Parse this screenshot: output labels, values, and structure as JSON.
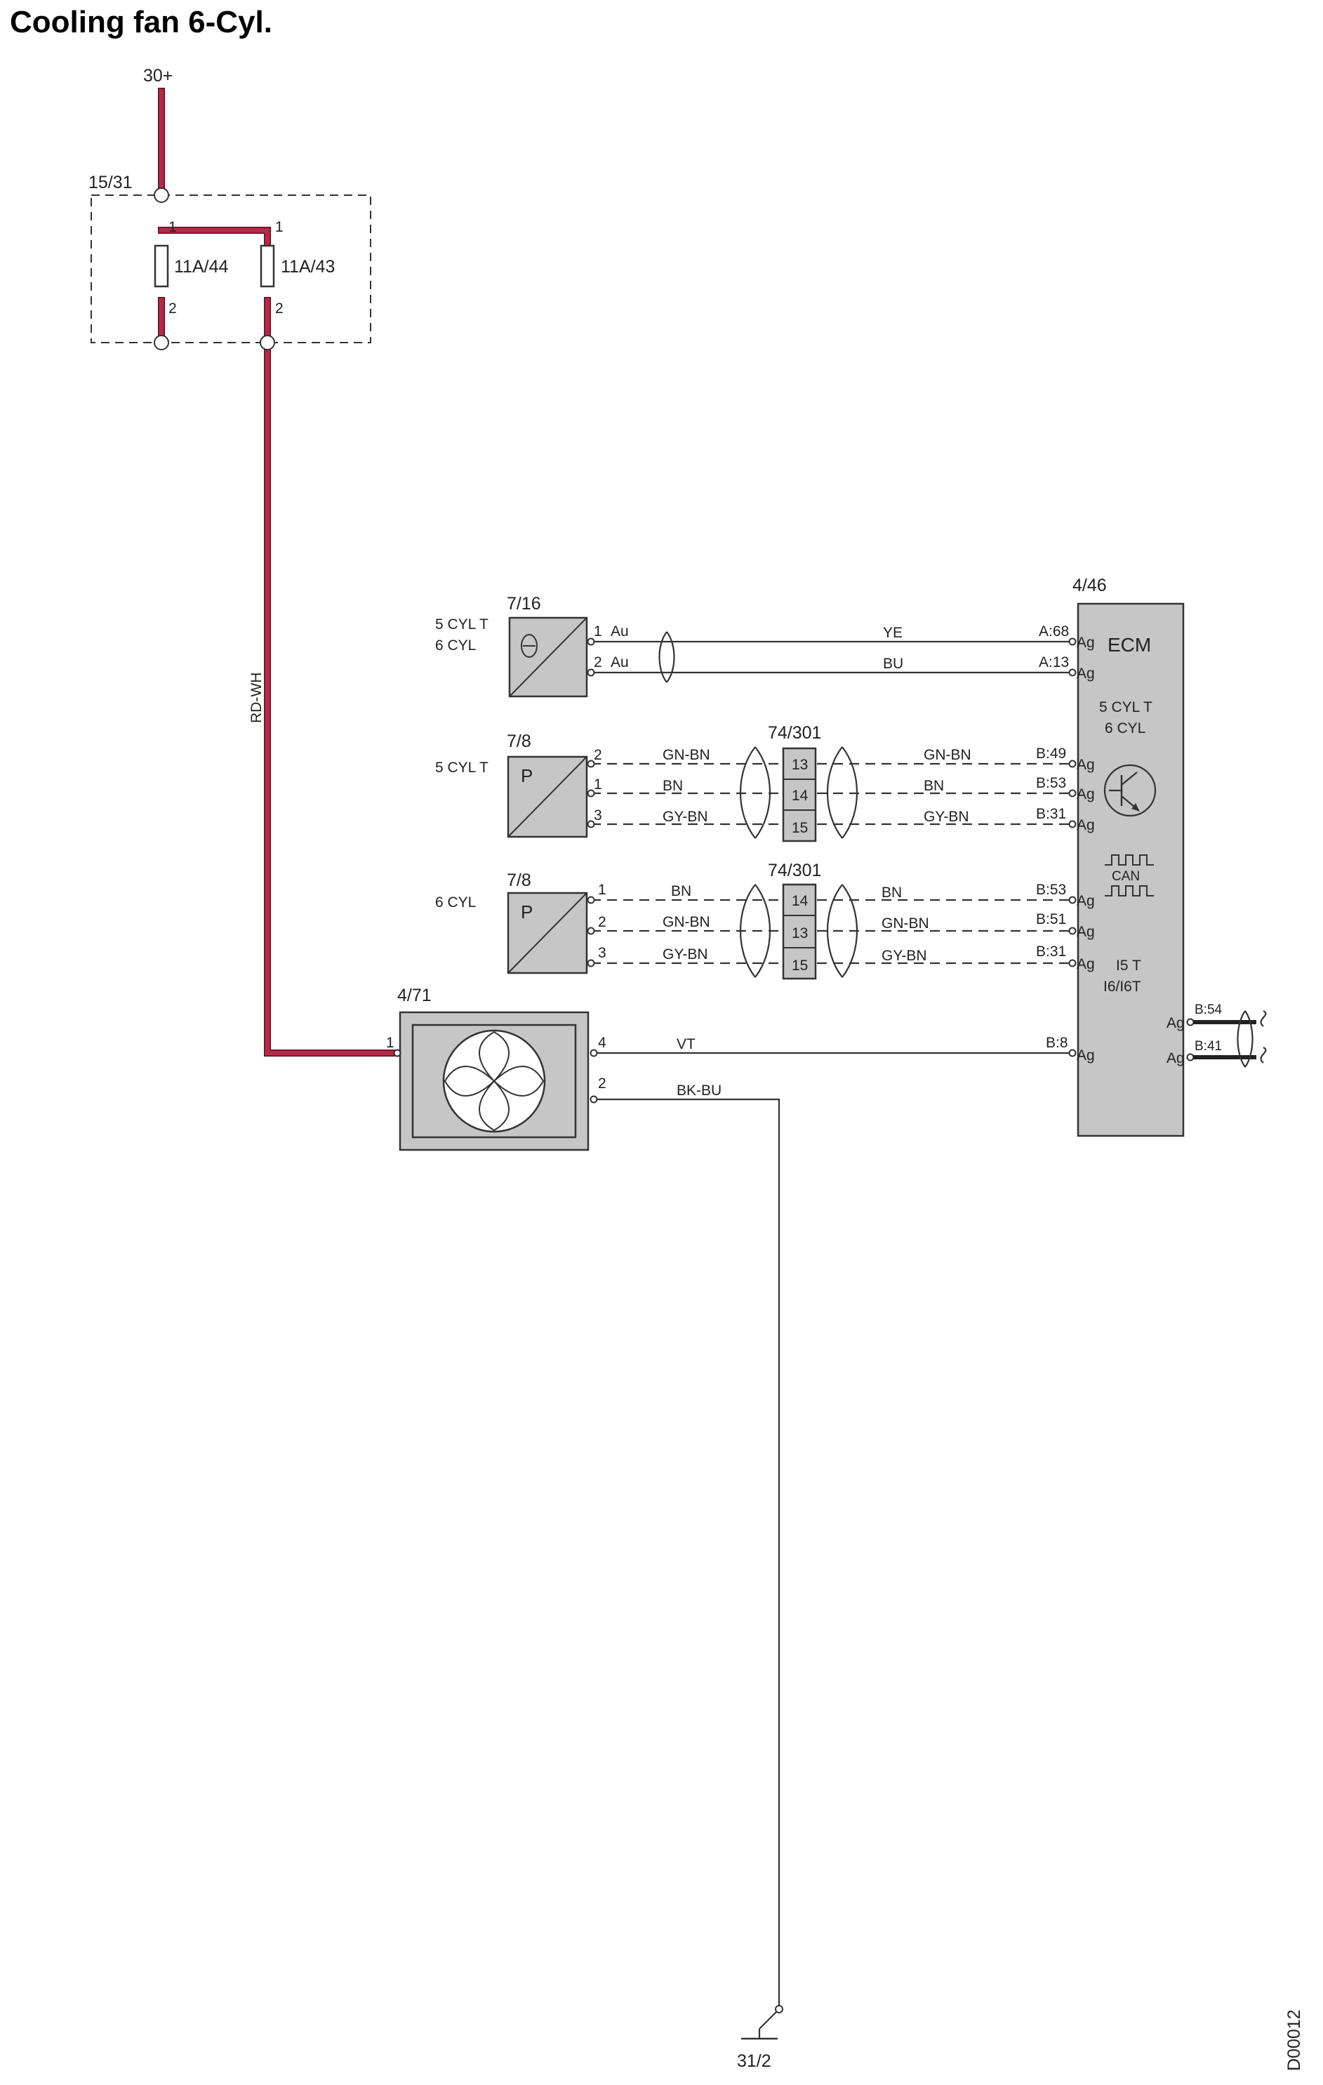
{
  "title": "Cooling fan 6-Cyl.",
  "doc_id": "D00012",
  "supply": {
    "label": "30+",
    "wire_color": "RD-WH"
  },
  "fuse_box": {
    "id": "15/31",
    "fuses": [
      {
        "id": "11A/44",
        "pin_in": "1",
        "pin_out": "2"
      },
      {
        "id": "11A/43",
        "pin_in": "1",
        "pin_out": "2"
      }
    ]
  },
  "ecm": {
    "id": "4/46",
    "name": "ECM",
    "variants": [
      "5 CYL T",
      "6 CYL"
    ],
    "bottom_labels": [
      "I5 T",
      "I6/I6T"
    ],
    "can_label": "CAN",
    "pin_type": "Ag"
  },
  "sensor_temp": {
    "id": "7/16",
    "variants": [
      "5 CYL T",
      "6 CYL"
    ],
    "symbol": "Θ",
    "pins": [
      {
        "pin": "1",
        "type": "Au",
        "color": "YE",
        "ecm_pin": "A:68"
      },
      {
        "pin": "2",
        "type": "Au",
        "color": "BU",
        "ecm_pin": "A:13"
      }
    ]
  },
  "sensor_press_5cyl": {
    "id": "7/8",
    "variant": "5 CYL T",
    "symbol": "P",
    "connector": "74/301",
    "pins": [
      {
        "pin": "2",
        "color_left": "GN-BN",
        "conn": "13",
        "color_right": "GN-BN",
        "ecm_pin": "B:49"
      },
      {
        "pin": "1",
        "color_left": "BN",
        "conn": "14",
        "color_right": "BN",
        "ecm_pin": "B:53"
      },
      {
        "pin": "3",
        "color_left": "GY-BN",
        "conn": "15",
        "color_right": "GY-BN",
        "ecm_pin": "B:31"
      }
    ]
  },
  "sensor_press_6cyl": {
    "id": "7/8",
    "variant": "6 CYL",
    "symbol": "P",
    "connector": "74/301",
    "pins": [
      {
        "pin": "1",
        "color_left": "BN",
        "conn": "14",
        "color_right": "BN",
        "ecm_pin": "B:53"
      },
      {
        "pin": "2",
        "color_left": "GN-BN",
        "conn": "13",
        "color_right": "GN-BN",
        "ecm_pin": "B:51"
      },
      {
        "pin": "3",
        "color_left": "GY-BN",
        "conn": "15",
        "color_right": "GY-BN",
        "ecm_pin": "B:31"
      }
    ]
  },
  "fan": {
    "id": "4/71",
    "pin_power": "1",
    "pin_ctrl": "4",
    "pin_gnd": "2",
    "ctrl_color": "VT",
    "ctrl_ecm_pin": "B:8",
    "gnd_color": "BK-BU"
  },
  "can_pins": [
    "B:54",
    "B:41"
  ],
  "ground": {
    "id": "31/2"
  },
  "colors": {
    "power_wire": "#b5294a",
    "component_fill": "#c6c6c6",
    "line": "#333333"
  }
}
